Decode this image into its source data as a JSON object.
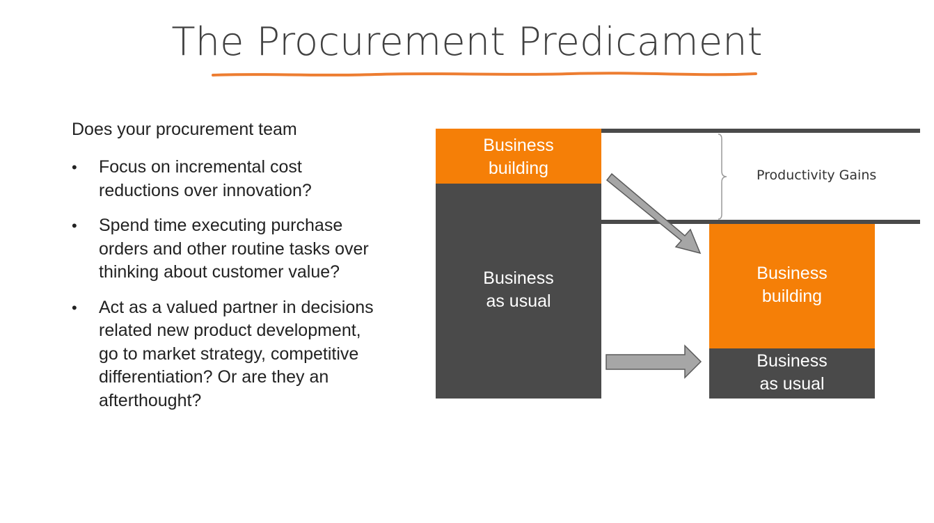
{
  "slide": {
    "title": "The Procurement Predicament",
    "accent_color": "#ED7D31",
    "dark_color": "#4A4A4A"
  },
  "content": {
    "intro": "Does your procurement team",
    "bullets": [
      "Focus on incremental cost reductions over innovation?",
      "Spend time executing purchase orders and other routine tasks over thinking about customer value?",
      "Act as a valued partner in decisions related new product development, go to market strategy, competitive differentiation? Or are they an afterthought?"
    ],
    "bullet_marker": "•"
  },
  "diagram": {
    "left_top_label": [
      "Business",
      "building"
    ],
    "left_bottom_label": [
      "Business",
      "as usual"
    ],
    "right_top_label": [
      "Business",
      "building"
    ],
    "right_bottom_label": [
      "Business",
      "as usual"
    ],
    "gains_label": "Productivity Gains"
  }
}
